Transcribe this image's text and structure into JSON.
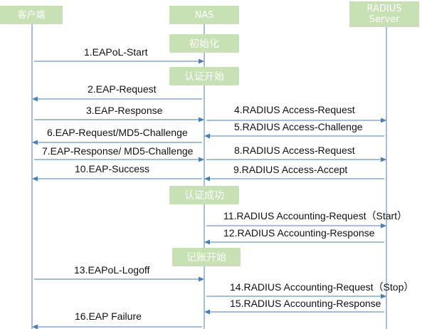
{
  "colors": {
    "line": "#4a7ebb",
    "header_fill": "#c7e0b4",
    "text": "#111111"
  },
  "participants": [
    {
      "id": "client",
      "label": "客户端"
    },
    {
      "id": "nas",
      "label": "NAS"
    },
    {
      "id": "radius",
      "label": "RADIUS\nServer"
    }
  ],
  "phases": [
    {
      "label": "初始化"
    },
    {
      "label": "认证开始"
    },
    {
      "label": "认证成功"
    },
    {
      "label": "记账开始"
    }
  ],
  "messages": [
    {
      "label": "1.EAPoL-Start",
      "from": "client",
      "to": "nas"
    },
    {
      "label": "2.EAP-Request",
      "from": "nas",
      "to": "client"
    },
    {
      "label": "3.EAP-Response",
      "from": "client",
      "to": "nas"
    },
    {
      "label": "4.RADIUS Access-Request",
      "from": "nas",
      "to": "radius"
    },
    {
      "label": "5.RADIUS Access-Challenge",
      "from": "radius",
      "to": "nas"
    },
    {
      "label": "6.EAP-Request/MD5-Challenge",
      "from": "nas",
      "to": "client"
    },
    {
      "label": "7.EAP-Response/ MD5-Challenge",
      "from": "client",
      "to": "nas"
    },
    {
      "label": "8.RADIUS Access-Request",
      "from": "nas",
      "to": "radius"
    },
    {
      "label": "9.RADIUS Access-Accept",
      "from": "radius",
      "to": "nas"
    },
    {
      "label": "10.EAP-Success",
      "from": "nas",
      "to": "client"
    },
    {
      "label": "11.RADIUS Accounting-Request（Start）",
      "from": "nas",
      "to": "radius"
    },
    {
      "label": "12.RADIUS Accounting-Response",
      "from": "radius",
      "to": "nas"
    },
    {
      "label": "13.EAPoL-Logoff",
      "from": "client",
      "to": "nas"
    },
    {
      "label": "14.RADIUS Accounting-Request（Stop）",
      "from": "nas",
      "to": "radius"
    },
    {
      "label": "15.RADIUS Accounting-Response",
      "from": "radius",
      "to": "nas"
    },
    {
      "label": "16.EAP Failure",
      "from": "nas",
      "to": "client"
    }
  ]
}
